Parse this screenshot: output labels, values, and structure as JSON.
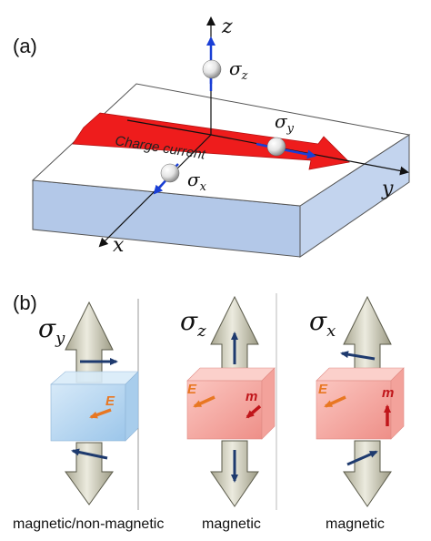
{
  "panel_a": {
    "label": "(a)",
    "current_label": "Charge current",
    "axes": {
      "x": "x",
      "y": "y",
      "z": "z"
    },
    "spins": [
      {
        "symbol": "σ",
        "sub": "z"
      },
      {
        "symbol": "σ",
        "sub": "y"
      },
      {
        "symbol": "σ",
        "sub": "x"
      }
    ]
  },
  "panel_b": {
    "label": "(b)",
    "columns": [
      {
        "symbol": "σ",
        "sub": "y",
        "caption": "magnetic/non-magnetic",
        "e_label": "E",
        "m_label": ""
      },
      {
        "symbol": "σ",
        "sub": "z",
        "caption": "magnetic",
        "e_label": "E",
        "m_label": "m"
      },
      {
        "symbol": "σ",
        "sub": "x",
        "caption": "magnetic",
        "e_label": "E",
        "m_label": "m"
      }
    ]
  },
  "colors": {
    "slab_top": "#ffffff",
    "slab_side": "#b3c8e8",
    "current_arrow": "#ee1c1c",
    "axis_arrow": "#1a3fd6",
    "cube_blue": "#bcd9f2",
    "cube_red": "#f6aaa4",
    "big_arrow": "#d8d6c6",
    "spin_arrow": "#1e3a6e",
    "e_arrow": "#e87722",
    "m_arrow": "#c0151a"
  },
  "icons": [
    "spin-ball-icon",
    "charge-current-arrow-icon"
  ]
}
